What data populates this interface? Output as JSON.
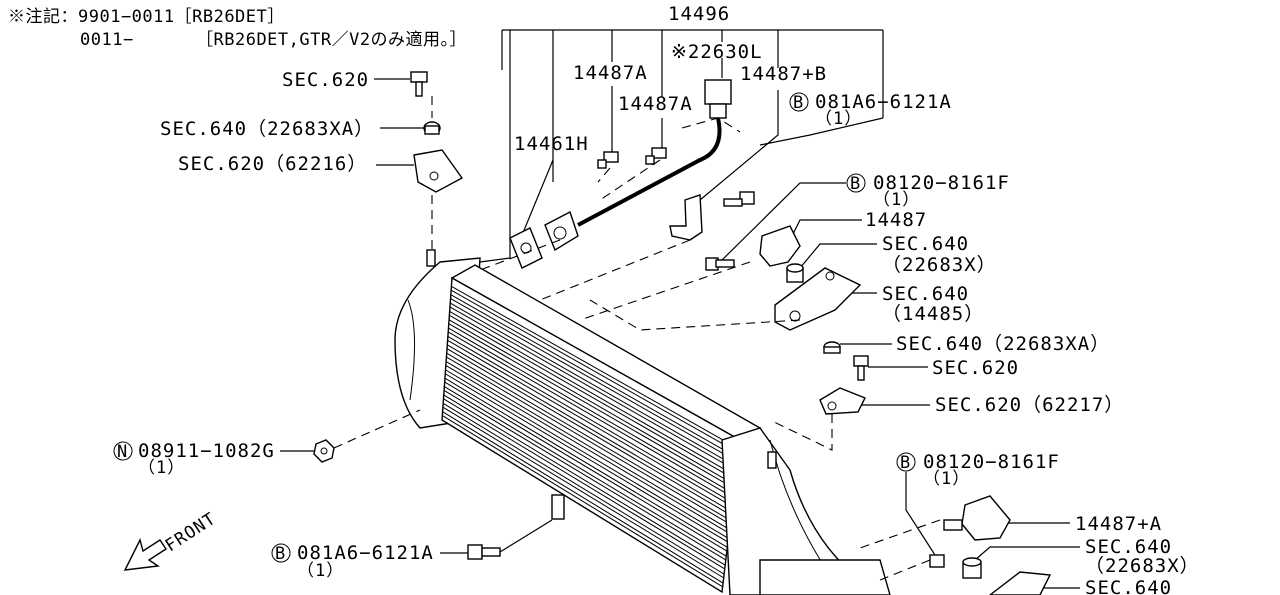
{
  "note": {
    "line1": "※注記：9901−0011［RB26DET］",
    "line2_range": "0011−",
    "line2_text": "［RB26DET,GTR／V2のみ適用。］"
  },
  "labels": {
    "p14496": "14496",
    "p14487a_1": "14487A",
    "p22630l": "※22630L",
    "p14487b": "14487+B",
    "p14487a_2": "14487A",
    "p14461h": "14461H",
    "bolt_081a6_top": "081A6−6121A",
    "bolt_081a6_top_qty": "（1）",
    "bolt_08120_top": "08120−8161F",
    "bolt_08120_top_qty": "（1）",
    "p14487": "14487",
    "sec640_22683x_a": "SEC.640",
    "sec640_22683x_a_sub": "（22683X）",
    "sec640_14485": "SEC.640",
    "sec640_14485_sub": "（14485）",
    "sec640_22683xa_right": "SEC.640（22683XA）",
    "sec620_right": "SEC.620",
    "sec620_62217": "SEC.620（62217）",
    "sec620_left": "SEC.620",
    "sec640_22683xa_left": "SEC.640（22683XA）",
    "sec620_62216": "SEC.620（62216）",
    "nut_08911": "08911−1082G",
    "nut_08911_qty": "（1）",
    "bolt_08120_bottom": "08120−8161F",
    "bolt_08120_bottom_qty": "（1）",
    "p14487_a_bottom": "14487+A",
    "sec640_22683x_b": "SEC.640",
    "sec640_22683x_b_sub": "（22683X）",
    "sec640_bottom": "SEC.640",
    "bolt_081a6_bottom": "081A6−6121A",
    "bolt_081a6_bottom_qty": "（1）",
    "front": "FRONT"
  },
  "circle_marks": {
    "bolt": "B",
    "nut": "N"
  },
  "icons": {
    "front_arrow": "front-arrow-icon"
  }
}
